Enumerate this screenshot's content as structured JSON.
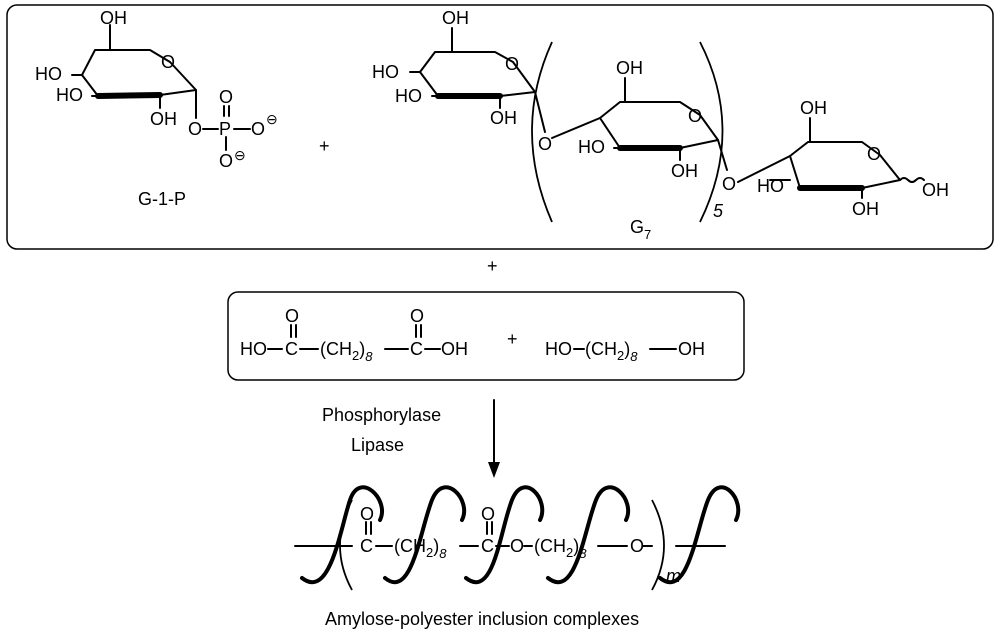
{
  "labels": {
    "g1p": "G-1-P",
    "g7_base": "G",
    "g7_sub": "7",
    "repeat_n": "5",
    "plus": "+",
    "enzyme_1": "Phosphorylase",
    "enzyme_2": "Lipase",
    "product_caption": "Amylose-polyester inclusion complexes",
    "repeat_m": "m"
  },
  "atoms": {
    "oh": "OH",
    "ho": "HO",
    "o": "O",
    "p": "P",
    "c": "C",
    "ch2": "CH",
    "sub2": "2",
    "sub8": "8",
    "minus": "⊖"
  }
}
